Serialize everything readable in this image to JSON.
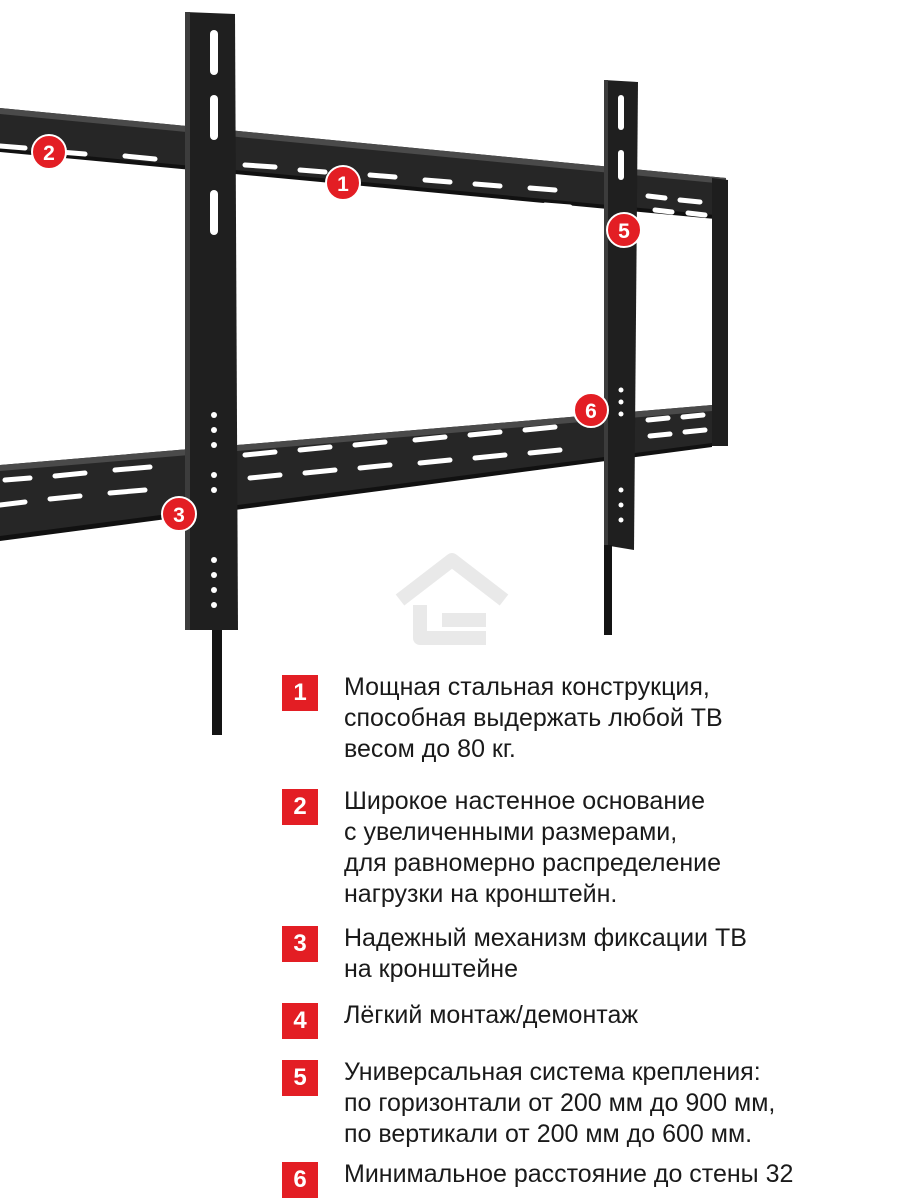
{
  "accent_color": "#e31e24",
  "markers": [
    {
      "num": "1"
    },
    {
      "num": "2"
    },
    {
      "num": "3"
    },
    {
      "num": "5"
    },
    {
      "num": "6"
    }
  ],
  "features": [
    {
      "num": "1",
      "text": "Мощная стальная конструкция,\nспособная выдержать любой ТВ\nвесом до 80 кг."
    },
    {
      "num": "2",
      "text": "Широкое настенное основание\nс увеличенными размерами,\nдля равномерно распределение\nнагрузки на кронштейн."
    },
    {
      "num": "3",
      "text": "Надежный механизм фиксации ТВ\nна кронштейне"
    },
    {
      "num": "4",
      "text": "Лёгкий монтаж/демонтаж"
    },
    {
      "num": "5",
      "text": "Универсальная система крепления:\nпо горизонтали от 200 мм до 900 мм,\nпо вертикали от 200 мм до 600 мм."
    },
    {
      "num": "6",
      "text": "Минимальное расстояние до стены 32"
    }
  ]
}
